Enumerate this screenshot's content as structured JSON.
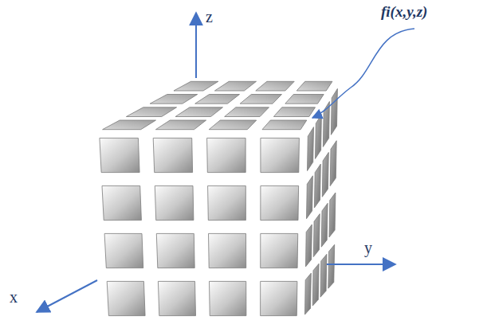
{
  "diagram": {
    "labels": [
      "z",
      "y",
      "x",
      "fi(x,y,z)"
    ]
  }
}
